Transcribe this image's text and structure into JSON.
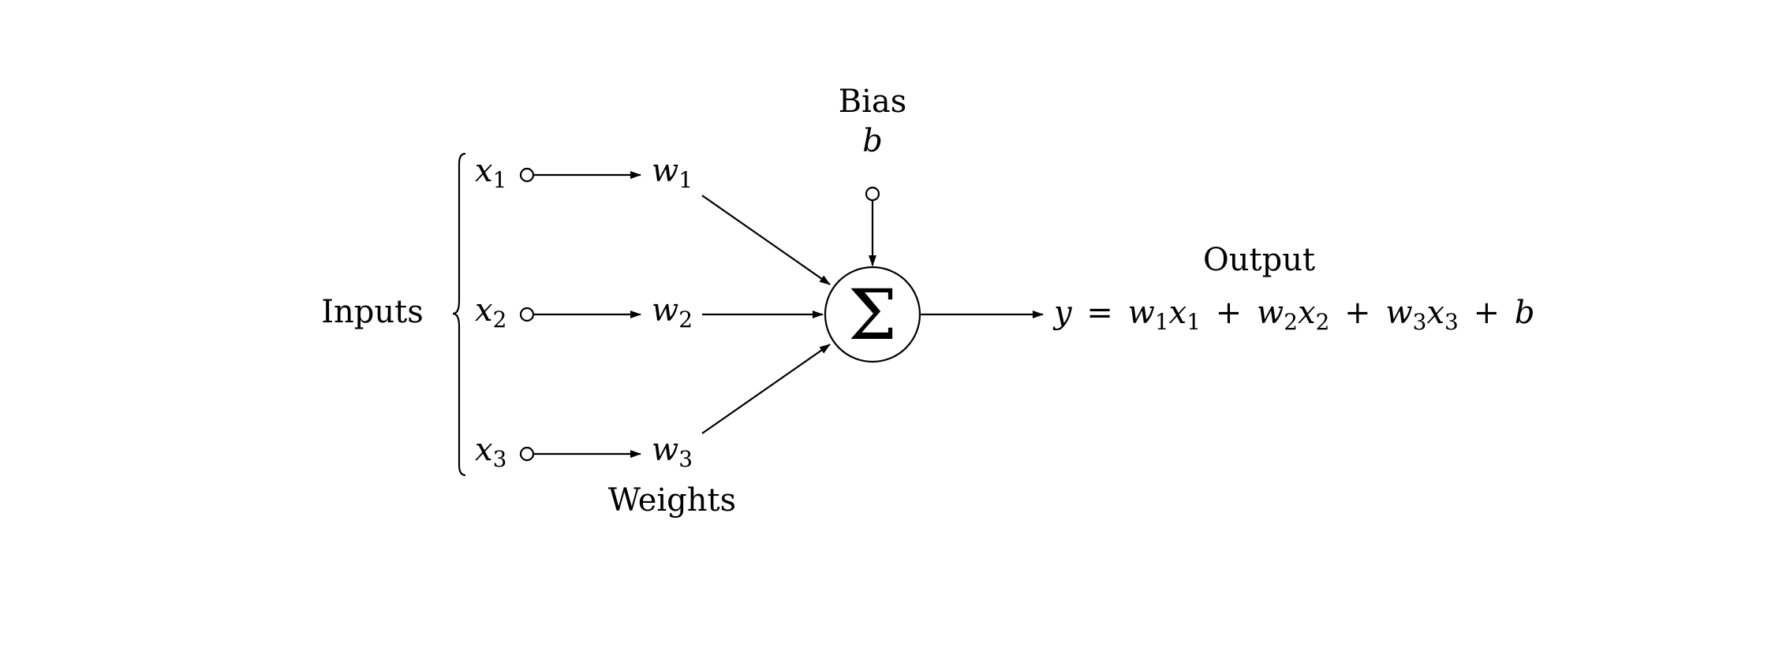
{
  "labels": {
    "inputs": "Inputs",
    "weights": "Weights",
    "bias": "Bias",
    "output": "Output"
  },
  "inputs": [
    {
      "var": "x",
      "sub": "1"
    },
    {
      "var": "x",
      "sub": "2"
    },
    {
      "var": "x",
      "sub": "3"
    }
  ],
  "weights": [
    {
      "var": "w",
      "sub": "1"
    },
    {
      "var": "w",
      "sub": "2"
    },
    {
      "var": "w",
      "sub": "3"
    }
  ],
  "bias_symbol": "b",
  "sum_symbol": "Σ",
  "output_equation": {
    "lhs": "y",
    "equals": "=",
    "terms": [
      {
        "w": "w",
        "w_sub": "1",
        "x": "x",
        "x_sub": "1"
      },
      {
        "w": "w",
        "w_sub": "2",
        "x": "x",
        "x_sub": "2"
      },
      {
        "w": "w",
        "w_sub": "3",
        "x": "x",
        "x_sub": "3"
      }
    ],
    "plus": "+",
    "bias": "b"
  },
  "colors": {
    "stroke": "#000000",
    "background": "#ffffff"
  }
}
